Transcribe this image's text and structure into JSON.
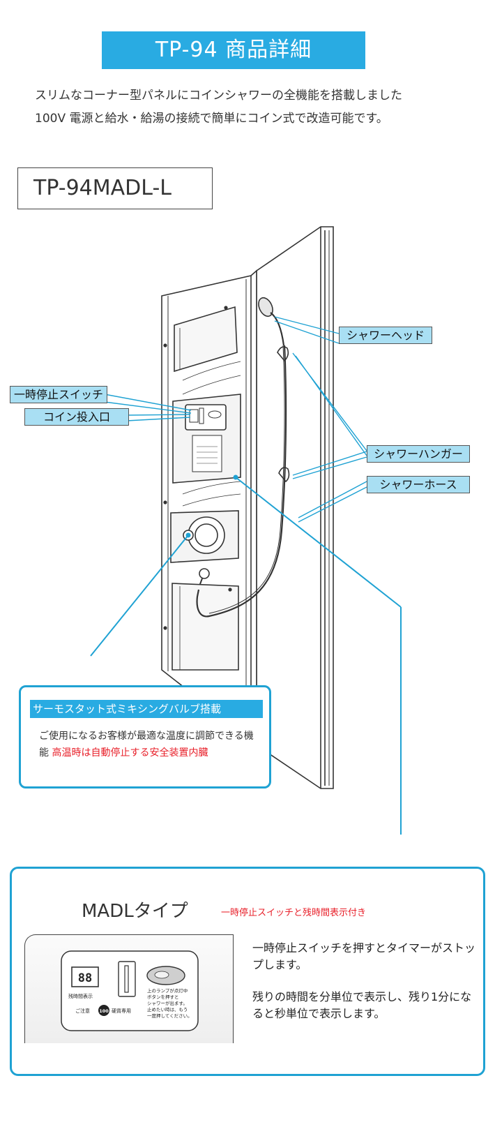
{
  "header": {
    "title": "TP-94 商品詳細"
  },
  "intro": {
    "line1": "スリムなコーナー型パネルにコインシャワーの全機能を搭載しました",
    "line2": "100V 電源と給水・給湯の接続で簡単にコイン式で改造可能です。"
  },
  "model": "TP-94MADL-L",
  "callouts": {
    "shower_head": "シャワーヘッド",
    "pause_switch": "一時停止スイッチ",
    "coin_slot": "コイン投入口",
    "shower_hanger": "シャワーハンガー",
    "shower_hose": "シャワーホース"
  },
  "panel_labels": {
    "remaining_time": "残時間表示",
    "caution": "ご注意",
    "coin_denomination": "100",
    "coin_only": "硬貨専用",
    "lamp_line1": "上のランプが点灯中",
    "lamp_line2": "ボタンを押すと",
    "lamp_line3": "シャワーが出ます。",
    "lamp_line4": "止めたい時は、もう",
    "lamp_line5": "一度押してください。",
    "digits": "88"
  },
  "valve": {
    "title": "サーモスタット式ミキシングバルブ搭載",
    "desc_normal": "ご使用になるお客様が最適な温度に調節できる機能 ",
    "desc_red": "高温時は自動停止する安全装置内臓"
  },
  "madl": {
    "title": "MADLタイプ",
    "note": "一時停止スイッチと残時間表示付き",
    "text1": "一時停止スイッチを押すとタイマーがストップします。",
    "text2": "残りの時間を分単位で表示し、残り1分になると秒単位で表示します。"
  },
  "colors": {
    "accent": "#29abe2",
    "callout_bg": "#a9dff3",
    "warning_red": "#e8202a",
    "leader_line": "#1fa2d3"
  }
}
